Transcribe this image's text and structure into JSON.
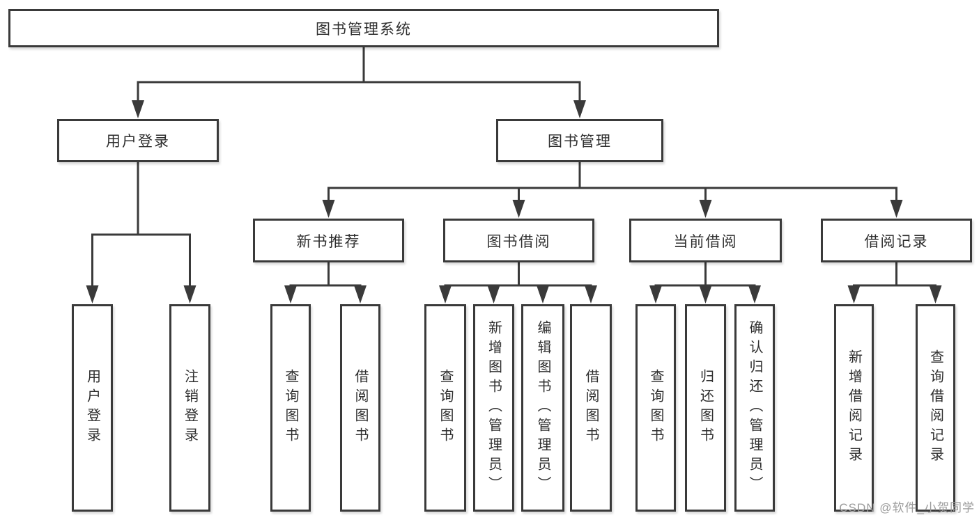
{
  "tree": {
    "root": "图书管理系统",
    "level2": [
      "用户登录",
      "图书管理"
    ],
    "level3": [
      "新书推荐",
      "图书借阅",
      "当前借阅",
      "借阅记录"
    ],
    "leaves": [
      [
        "用户登录",
        "注销登录"
      ],
      [
        "查询图书",
        "借阅图书"
      ],
      [
        "查询图书",
        "新增图书（管理员）",
        "编辑图书（管理员）",
        "借阅图书"
      ],
      [
        "查询图书",
        "归还图书",
        "确认归还（管理员）"
      ],
      [
        "新增借阅记录",
        "查询借阅记录"
      ]
    ]
  },
  "watermark": "CSDN @软件_小贺同学",
  "colors": {
    "line": "#3a3a3a",
    "box_border": "#3a3a3a",
    "box_fill": "#ffffff",
    "text": "#2e2e2e",
    "watermark": "#9c9c9c",
    "background": "#ffffff"
  }
}
